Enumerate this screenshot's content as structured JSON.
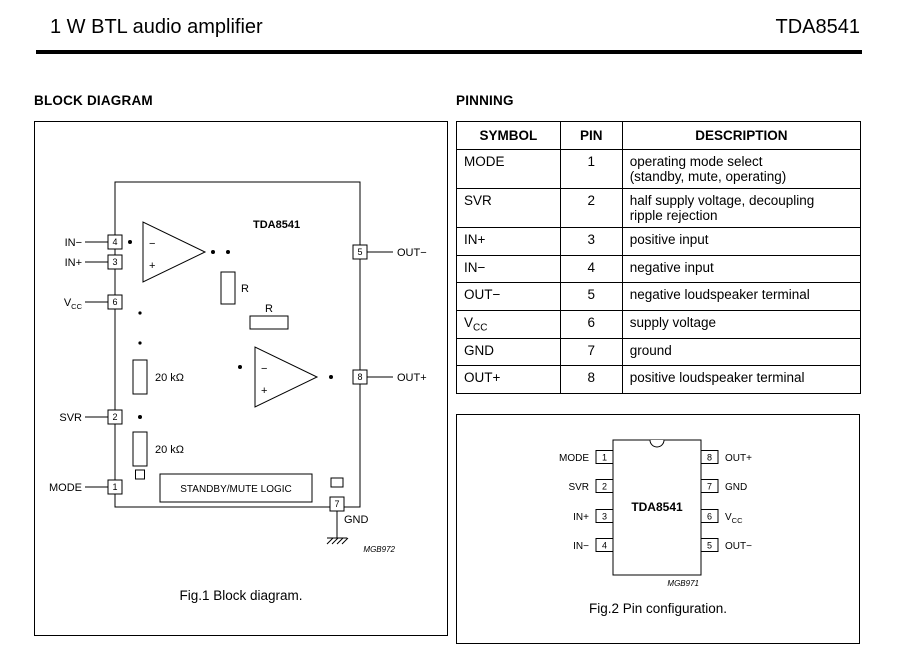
{
  "header": {
    "title": "1 W BTL audio amplifier",
    "part": "TDA8541"
  },
  "block_diagram": {
    "heading": "BLOCK DIAGRAM",
    "caption": "Fig.1  Block diagram.",
    "chip_label": "TDA8541",
    "ref": "MGB972",
    "pin_numbers": [
      "1",
      "2",
      "3",
      "4",
      "5",
      "6",
      "7",
      "8"
    ],
    "labels": {
      "in_neg": "IN−",
      "in_pos": "IN+",
      "vcc_base": "V",
      "vcc_sub": "CC",
      "svr": "SVR",
      "mode": "MODE",
      "out_neg": "OUT−",
      "out_pos": "OUT+",
      "gnd": "GND",
      "r_series": "R",
      "r_feedback": "R",
      "res_upper": "20 kΩ",
      "res_lower": "20 kΩ",
      "logic_box": "STANDBY/MUTE LOGIC",
      "minus": "−",
      "plus": "+"
    }
  },
  "pinning": {
    "heading": "PINNING",
    "columns": [
      "SYMBOL",
      "PIN",
      "DESCRIPTION"
    ],
    "rows": [
      {
        "symbol": "MODE",
        "pin": "1",
        "description": "operating mode select\n(standby, mute, operating)"
      },
      {
        "symbol": "SVR",
        "pin": "2",
        "description": "half supply voltage, decoupling\nripple rejection"
      },
      {
        "symbol": "IN+",
        "pin": "3",
        "description": "positive input"
      },
      {
        "symbol": "IN−",
        "pin": "4",
        "description": "negative input"
      },
      {
        "symbol": "OUT−",
        "pin": "5",
        "description": "negative loudspeaker terminal"
      },
      {
        "symbol": "V",
        "symbol_sub": "CC",
        "pin": "6",
        "description": "supply voltage"
      },
      {
        "symbol": "GND",
        "pin": "7",
        "description": "ground"
      },
      {
        "symbol": "OUT+",
        "pin": "8",
        "description": "positive loudspeaker terminal"
      }
    ]
  },
  "pin_config": {
    "caption": "Fig.2  Pin configuration.",
    "chip_label": "TDA8541",
    "ref": "MGB971",
    "left_pins": [
      {
        "label": "MODE",
        "num": "1"
      },
      {
        "label": "SVR",
        "num": "2"
      },
      {
        "label": "IN+",
        "num": "3"
      },
      {
        "label": "IN−",
        "num": "4"
      }
    ],
    "right_pins": [
      {
        "num": "8",
        "label": "OUT+"
      },
      {
        "num": "7",
        "label": "GND"
      },
      {
        "num": "6",
        "label": "V",
        "label_sub": "CC"
      },
      {
        "num": "5",
        "label": "OUT−"
      }
    ]
  }
}
